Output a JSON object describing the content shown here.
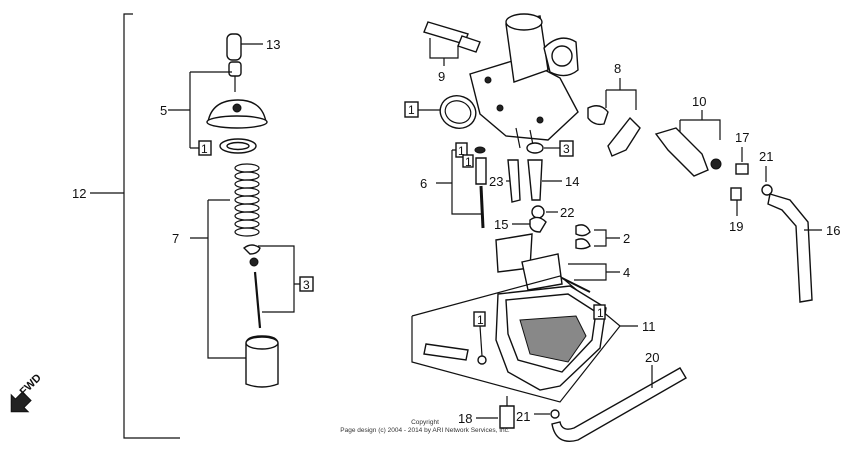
{
  "callouts": {
    "c1": "1",
    "c2": "2",
    "c3": "3",
    "c4": "4",
    "c5": "5",
    "c6": "6",
    "c7": "7",
    "c8": "8",
    "c9": "9",
    "c10": "10",
    "c11": "11",
    "c12": "12",
    "c13": "13",
    "c14": "14",
    "c15": "15",
    "c16": "16",
    "c17": "17",
    "c18": "18",
    "c19": "19",
    "c20": "20",
    "c21": "21",
    "c22": "22",
    "c23": "23"
  },
  "direction_label": "FWD",
  "copyright": {
    "line1": "Copyright",
    "line2": "Page design (c) 2004 - 2014 by ARI Network Services, Inc."
  }
}
